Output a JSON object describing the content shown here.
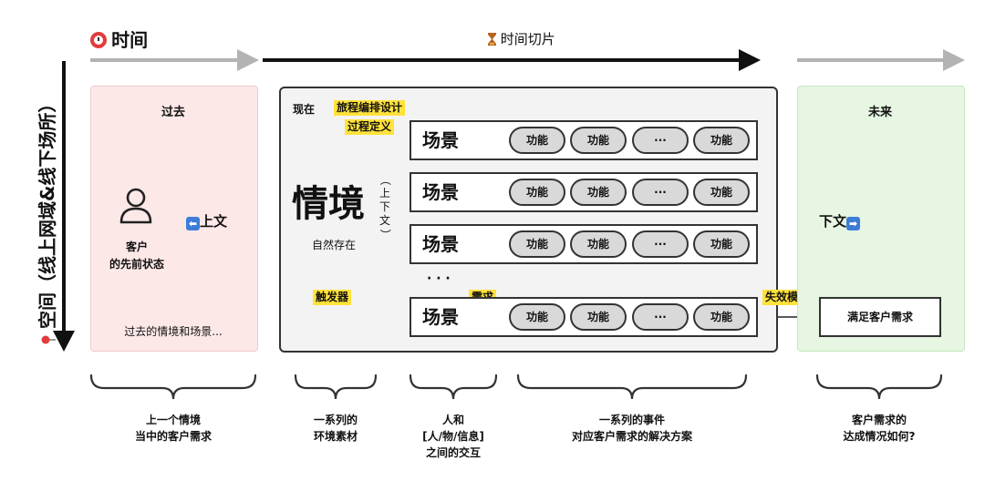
{
  "header": {
    "time_icon": "alarm-clock-icon",
    "time_label": "时间",
    "slice_icon": "hourglass-icon",
    "slice_label": "时间切片"
  },
  "space_axis": {
    "pin_icon": "pin-icon",
    "label": "空间（线上网域&线下场所）"
  },
  "past": {
    "title": "过去",
    "user_icon": "user-icon",
    "customer_line1": "客户",
    "customer_line2": "的先前状态",
    "context_icon": "left-arrow-icon",
    "context_label": "上文",
    "bottom_text": "过去的情境和场景..."
  },
  "now": {
    "title": "现在",
    "design_tag_line1": "旅程编排设计",
    "design_tag_line2": "过程定义",
    "situation": "情境",
    "context_vertical": [
      "（",
      "上",
      "下",
      "文",
      "）"
    ],
    "natural": "自然存在",
    "trigger": "触发器",
    "demand": "需求",
    "ellipsis": "· · ·",
    "rows": [
      {
        "scene": "场景",
        "pills": [
          "功能",
          "功能",
          "···",
          "功能"
        ]
      },
      {
        "scene": "场景",
        "pills": [
          "功能",
          "功能",
          "···",
          "功能"
        ]
      },
      {
        "scene": "场景",
        "pills": [
          "功能",
          "功能",
          "···",
          "功能"
        ]
      },
      {
        "scene": "场景",
        "pills": [
          "功能",
          "功能",
          "···",
          "功能"
        ]
      }
    ]
  },
  "failure_mode": "失效模式",
  "future": {
    "title": "未来",
    "context_label": "下文",
    "context_icon": "right-arrow-icon",
    "outcome": "满足客户需求"
  },
  "braces": [
    {
      "line1": "上一个情境",
      "line2": "当中的客户需求"
    },
    {
      "line1": "一系列的",
      "line2": "环境素材"
    },
    {
      "line1": "人和",
      "line2": "[人/物/信息]",
      "line3": "之间的交互"
    },
    {
      "line1": "一系列的事件",
      "line2": "对应客户需求的解决方案"
    },
    {
      "line1": "客户需求的",
      "line2": "达成情况如何?"
    }
  ],
  "colors": {
    "past_bg": "#fde8e8",
    "future_bg": "#e6f6e2",
    "now_bg": "#f3f3f4",
    "highlight": "#ffe23a",
    "pill_bg": "#d9d9d9"
  }
}
